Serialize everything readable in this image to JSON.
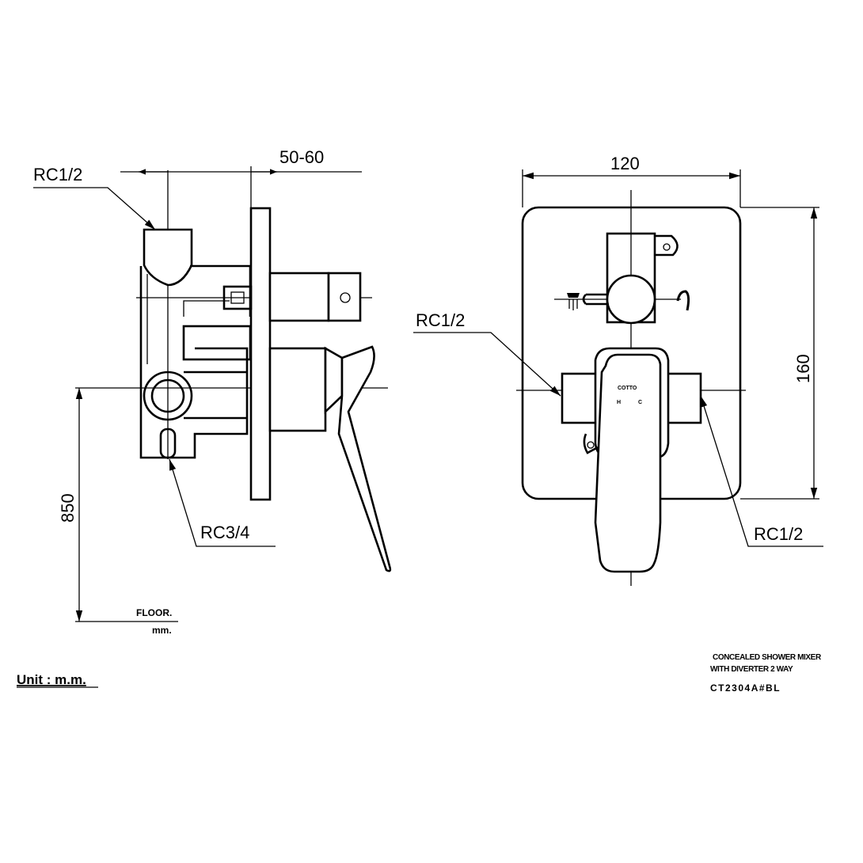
{
  "side_view": {
    "label_top_inlet": "RC1/2",
    "dim_depth": "50-60",
    "label_bottom_outlet": "RC3/4",
    "dim_height": "850",
    "floor_label": "FLOOR.",
    "floor_unit": "mm."
  },
  "front_view": {
    "dim_width": "120",
    "dim_height": "160",
    "label_left_inlet": "RC1/2",
    "label_right_inlet": "RC1/2",
    "brand_mark": "COTTO",
    "hot_mark": "H",
    "cold_mark": "C"
  },
  "unit_label": "Unit : m.m.",
  "product": {
    "line1": "CONCEALED SHOWER MIXER",
    "line2": "WITH DIVERTER 2 WAY",
    "model": "CT2304A#BL"
  },
  "icons": [
    "shower-head-icon",
    "hand-shower-icon"
  ]
}
